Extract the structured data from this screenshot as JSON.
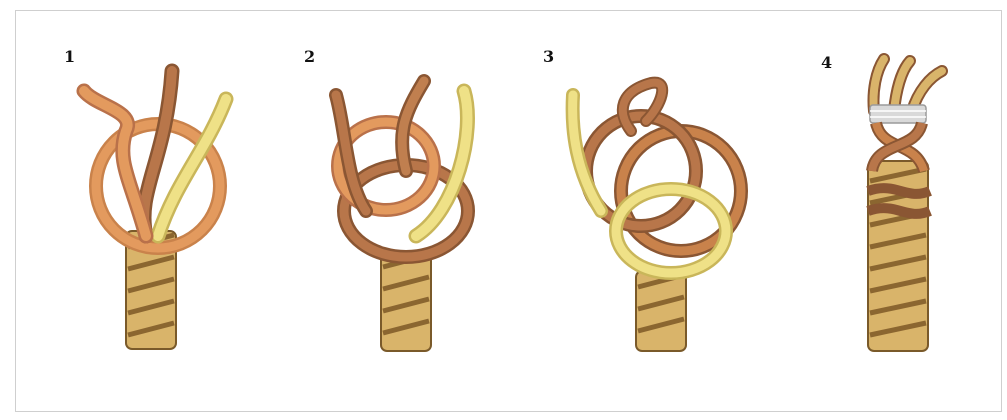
{
  "steps": [
    {
      "label": "1",
      "figure": "knot-step-1"
    },
    {
      "label": "2",
      "figure": "knot-step-2"
    },
    {
      "label": "3",
      "figure": "knot-step-3"
    },
    {
      "label": "4",
      "figure": "knot-step-4"
    }
  ],
  "colors": {
    "rope_tan": "#d9b46a",
    "rope_shadow": "#8b6630",
    "strand_orange": "#e39a5e",
    "strand_brown": "#b8764a",
    "strand_yellow": "#efe187",
    "whipping": "#d9d9d9"
  }
}
